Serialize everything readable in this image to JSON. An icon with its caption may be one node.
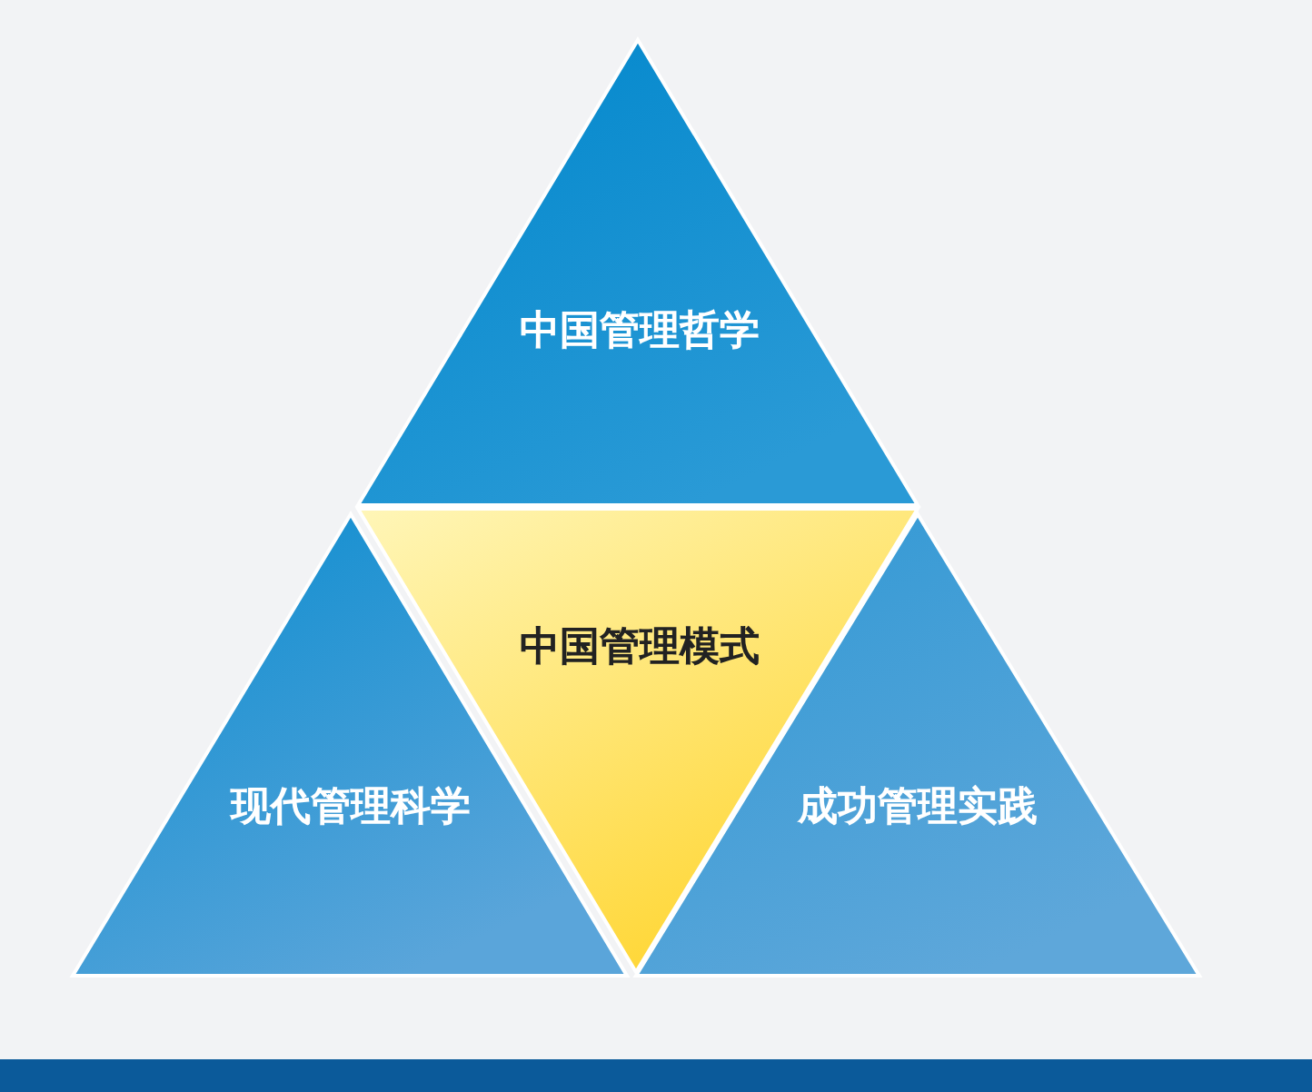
{
  "diagram": {
    "nodes": [
      {
        "text": [
          "中国管理哲学"
        ]
      },
      {
        "text": [
          "中国管理模式"
        ]
      },
      {
        "text": [
          "现代管理科学"
        ]
      },
      {
        "text": [
          "成功管理实践"
        ]
      }
    ]
  }
}
